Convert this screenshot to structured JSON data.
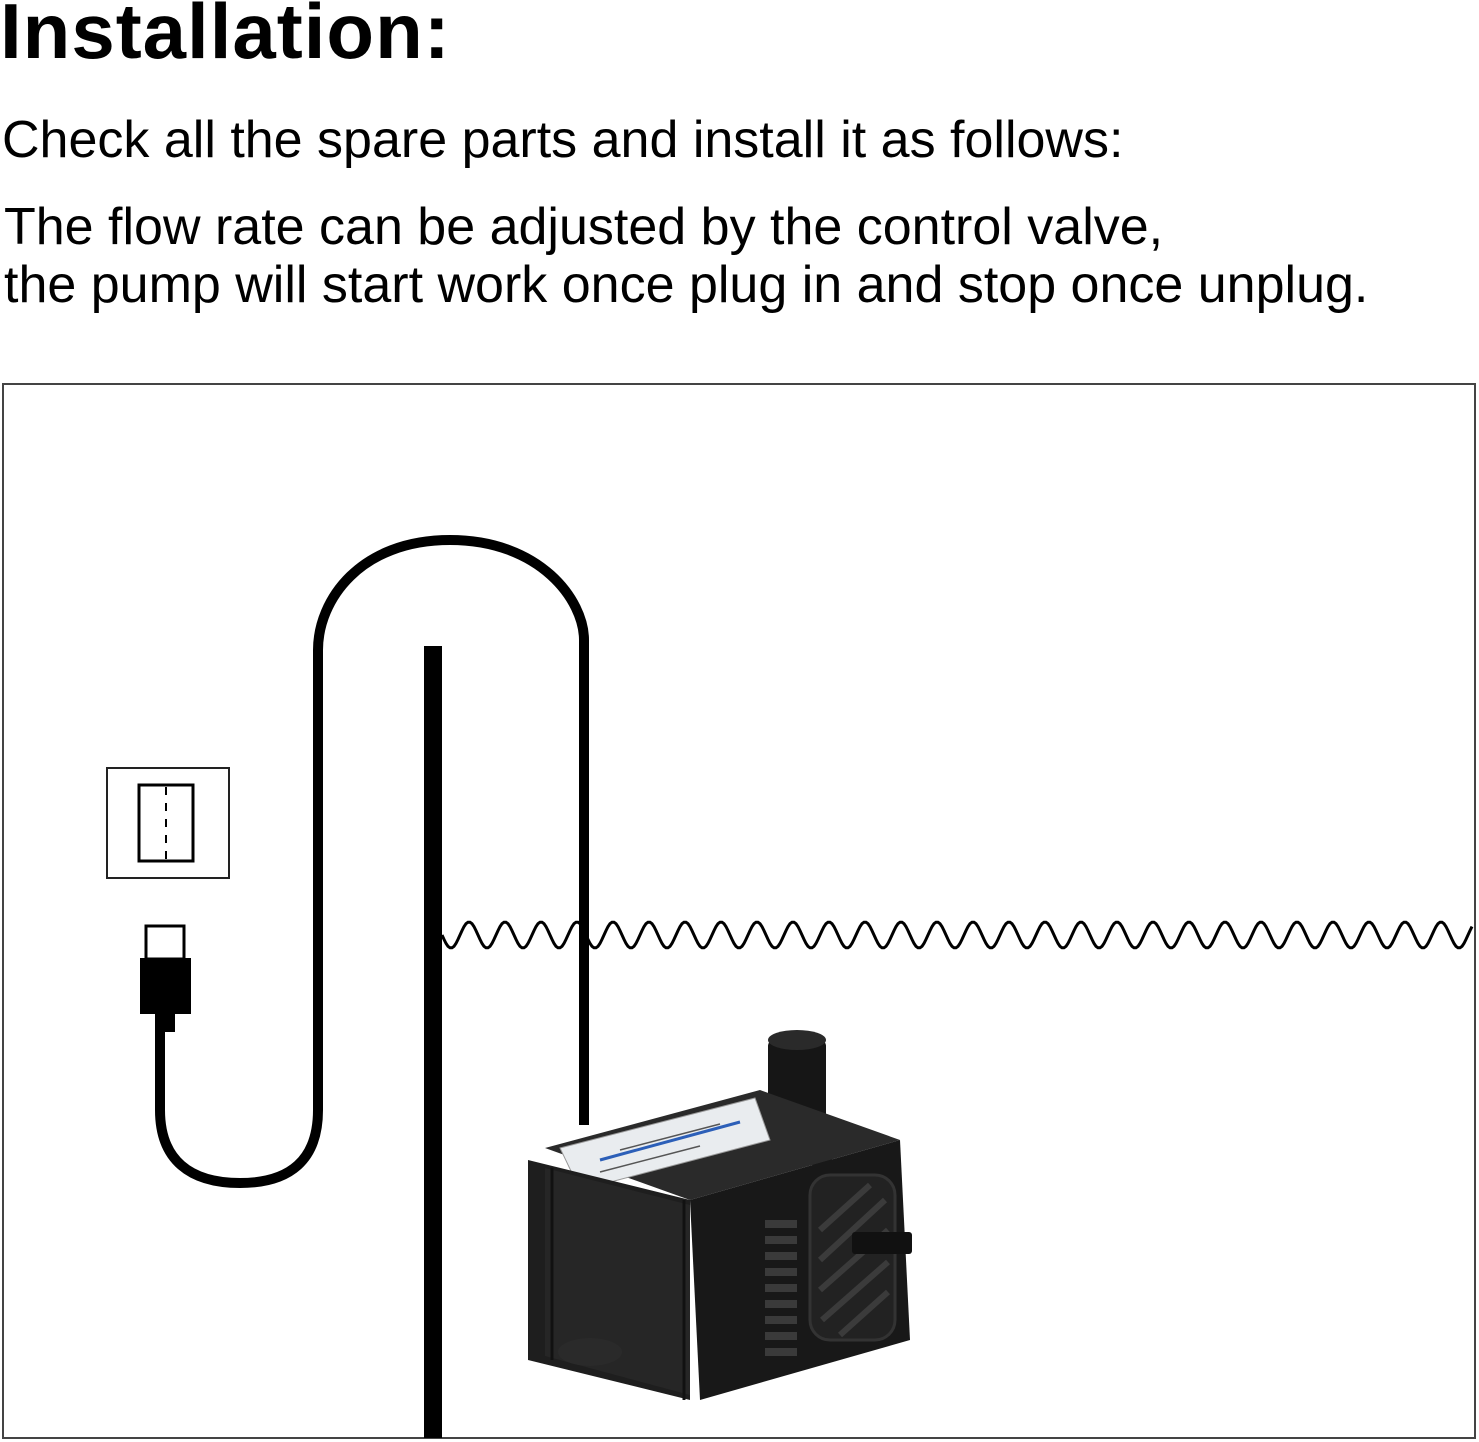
{
  "heading": {
    "title": "Installation:",
    "subtitle": "Check all the spare parts and install it as follows:"
  },
  "instructions": {
    "line1": "The flow rate can be adjusted by the control valve,",
    "line2": "the pump will start work once plug in and stop once unplug."
  },
  "diagram": {
    "icons": [
      "usb-socket-icon",
      "usb-plug-icon",
      "submersible-pump-icon",
      "water-surface-icon",
      "container-wall-icon"
    ],
    "colors": {
      "line": "#000000",
      "pump_body": "#1e1e1e",
      "pump_label": "#e9ecef",
      "brand_blue": "#2c5fb8"
    }
  }
}
